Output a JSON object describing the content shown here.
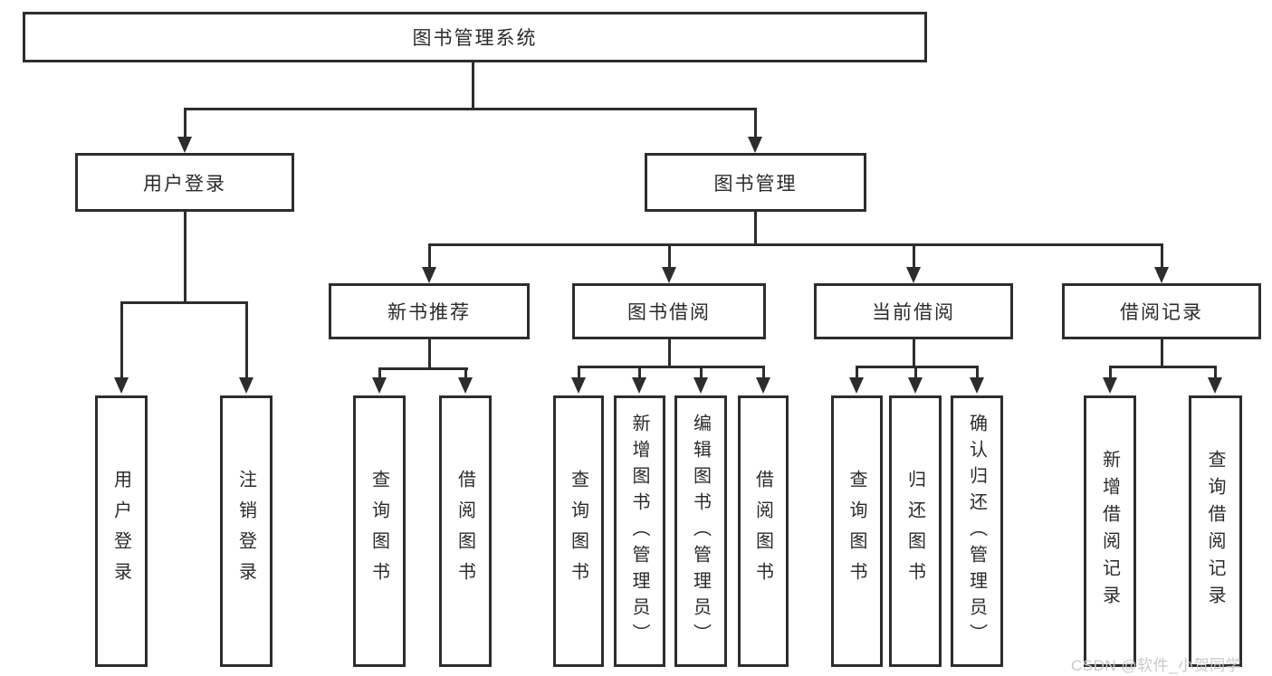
{
  "colors": {
    "line": "#2d2d2d",
    "box_border": "#2d2d2d",
    "box_background": "#ffffff",
    "text": "#2b2b2b",
    "watermark": "#c9c9c9"
  },
  "watermark": "CSDN @软件_小贺同学",
  "tree": {
    "root": "图书管理系统",
    "level2": {
      "user_login": "用户登录",
      "book_mgmt": "图书管理"
    },
    "level3": {
      "new_rec": "新书推荐",
      "book_borrow": "图书借阅",
      "current_borrow": "当前借阅",
      "borrow_record": "借阅记录"
    },
    "leaves": {
      "user_login_login": "用户登录",
      "user_login_logout": "注销登录",
      "new_rec_query": "查询图书",
      "new_rec_borrow": "借阅图书",
      "book_borrow_query": "查询图书",
      "book_borrow_add": "新增图书（管理员）",
      "book_borrow_edit": "编辑图书（管理员）",
      "book_borrow_borrow": "借阅图书",
      "current_borrow_query": "查询图书",
      "current_borrow_return": "归还图书",
      "current_borrow_confirm": "确认归还（管理员）",
      "borrow_record_add": "新增借阅记录",
      "borrow_record_query": "查询借阅记录"
    }
  }
}
